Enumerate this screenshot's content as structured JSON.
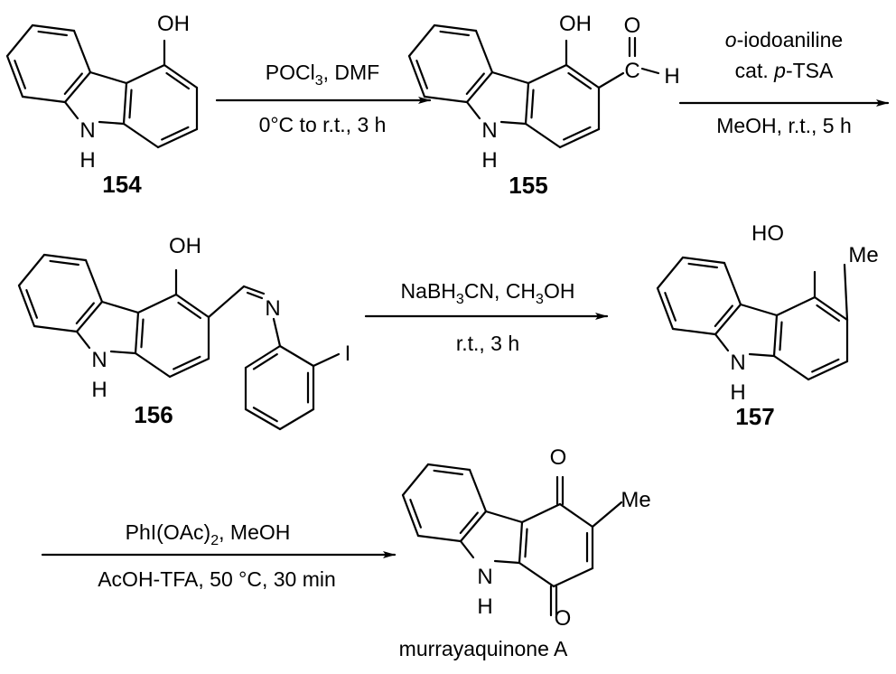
{
  "compounds": {
    "c154": {
      "label": "154",
      "oh": "OH",
      "n": "N",
      "h": "H"
    },
    "c155": {
      "label": "155",
      "oh": "OH",
      "n": "N",
      "h": "H",
      "o": "O",
      "c": "C",
      "ald_h": "H"
    },
    "c156": {
      "label": "156",
      "oh": "OH",
      "n": "N",
      "h": "H",
      "imine_n": "N",
      "iodo": "I"
    },
    "c157": {
      "label": "157",
      "ho": "HO",
      "me": "Me",
      "n": "N",
      "h": "H"
    },
    "product": {
      "label": "murrayaquinone A",
      "o_top": "O",
      "o_bottom": "O",
      "me": "Me",
      "n": "N",
      "h": "H"
    }
  },
  "arrows": {
    "step1": {
      "above": [
        "POCl",
        "3",
        ", DMF"
      ],
      "below": "0°C to r.t., 3 h"
    },
    "step2": {
      "above1": [
        "o",
        "-iodoaniline"
      ],
      "above2": [
        "cat. ",
        "p",
        "-TSA"
      ],
      "below": "MeOH, r.t., 5 h"
    },
    "step3": {
      "above": [
        "NaBH",
        "3",
        "CN, CH",
        "3",
        "OH"
      ],
      "below": "r.t., 3 h"
    },
    "step4": {
      "above": [
        "PhI(OAc)",
        "2",
        ", MeOH"
      ],
      "below": "AcOH-TFA, 50 °C, 30 min"
    }
  }
}
